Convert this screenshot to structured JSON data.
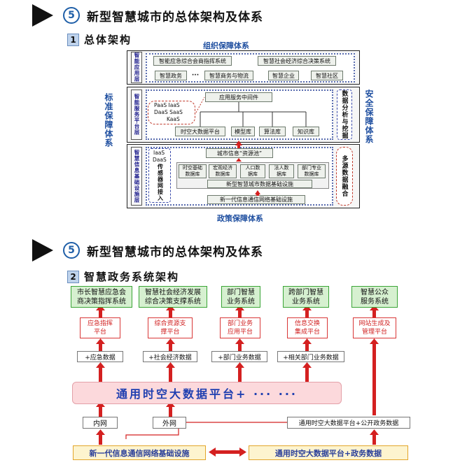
{
  "slide1": {
    "number": "5",
    "title": "新型智慧城市的总体架构及体系",
    "section_number": "1",
    "section_title": "总体架构",
    "top_label": "组织保障体系",
    "bottom_label": "政策保障体系",
    "left_label": "标准保障体系",
    "right_label": "安全保障体系",
    "layers": {
      "app": {
        "label": "智能应用层",
        "row1": [
          "智能应急综合会商指挥系统",
          "智慧社会经济综合决策系统"
        ],
        "row2": [
          "智慧政务",
          "···",
          "智慧商务与物流",
          "智慧企业",
          "智慧社区"
        ]
      },
      "service": {
        "label": "智能服务平台层",
        "cloud_line1": "PaaS  IaaS",
        "cloud_line2": "DaaS  SaaS",
        "cloud_line3": "KaaS",
        "middleware": "应用服务中间件",
        "platforms": [
          "时空大数据平台",
          "模型库",
          "算法库",
          "知识库"
        ],
        "right_side": "数据分析与挖掘"
      },
      "infra": {
        "label": "智慧信息基础设施层",
        "iaas1": "IaaS",
        "iaas2": "DaaS",
        "sensor": "传感器网接入",
        "pool": "城市信息“资源池”",
        "dbs": [
          "时空基础\n数据库",
          "宏观经济\n数据库",
          "人口数\n据库",
          "法人数\n据库",
          "部门专业\n数据库"
        ],
        "city_infra": "新型智慧城市数据基础设施",
        "network": "新一代信息通信网络基础设施",
        "right_side": "多源数据融合"
      }
    }
  },
  "slide2": {
    "number": "5",
    "title": "新型智慧城市的总体架构及体系",
    "section_number": "2",
    "section_title": "智慧政务系统架构",
    "top_systems": [
      "市长智慧应急会\n商决策指挥系统",
      "智慧社会经济发展\n综合决策支撑系统",
      "部门智慧\n业务系统",
      "跨部门智慧\n业务系统",
      "智慧公众\n服务系统"
    ],
    "platforms": [
      "应急指挥\n平台",
      "综合资源支\n撑平台",
      "部门业务\n应用平台",
      "信息交换\n集成平台",
      "网站生成及\n管理平台"
    ],
    "data_labels": [
      "+应急数据",
      "+社会经济数据",
      "+部门业务数据",
      "+相关部门业务数据"
    ],
    "big_bar": "通用时空大数据平台+ ··· ···",
    "intranet": "内网",
    "extranet": "外网",
    "public_data": "通用时空大数据平台+公开政务数据",
    "bottom_left": "新一代信息通信网络基础设施",
    "bottom_right": "通用时空大数据平台+政务数据"
  },
  "colors": {
    "title_blue": "#1f4fa0",
    "arrow_red": "#d42020",
    "green_fill": "#d6f0d0",
    "pink_bar": "#fcd9dc",
    "yellow_fill": "#fdf4cf"
  }
}
